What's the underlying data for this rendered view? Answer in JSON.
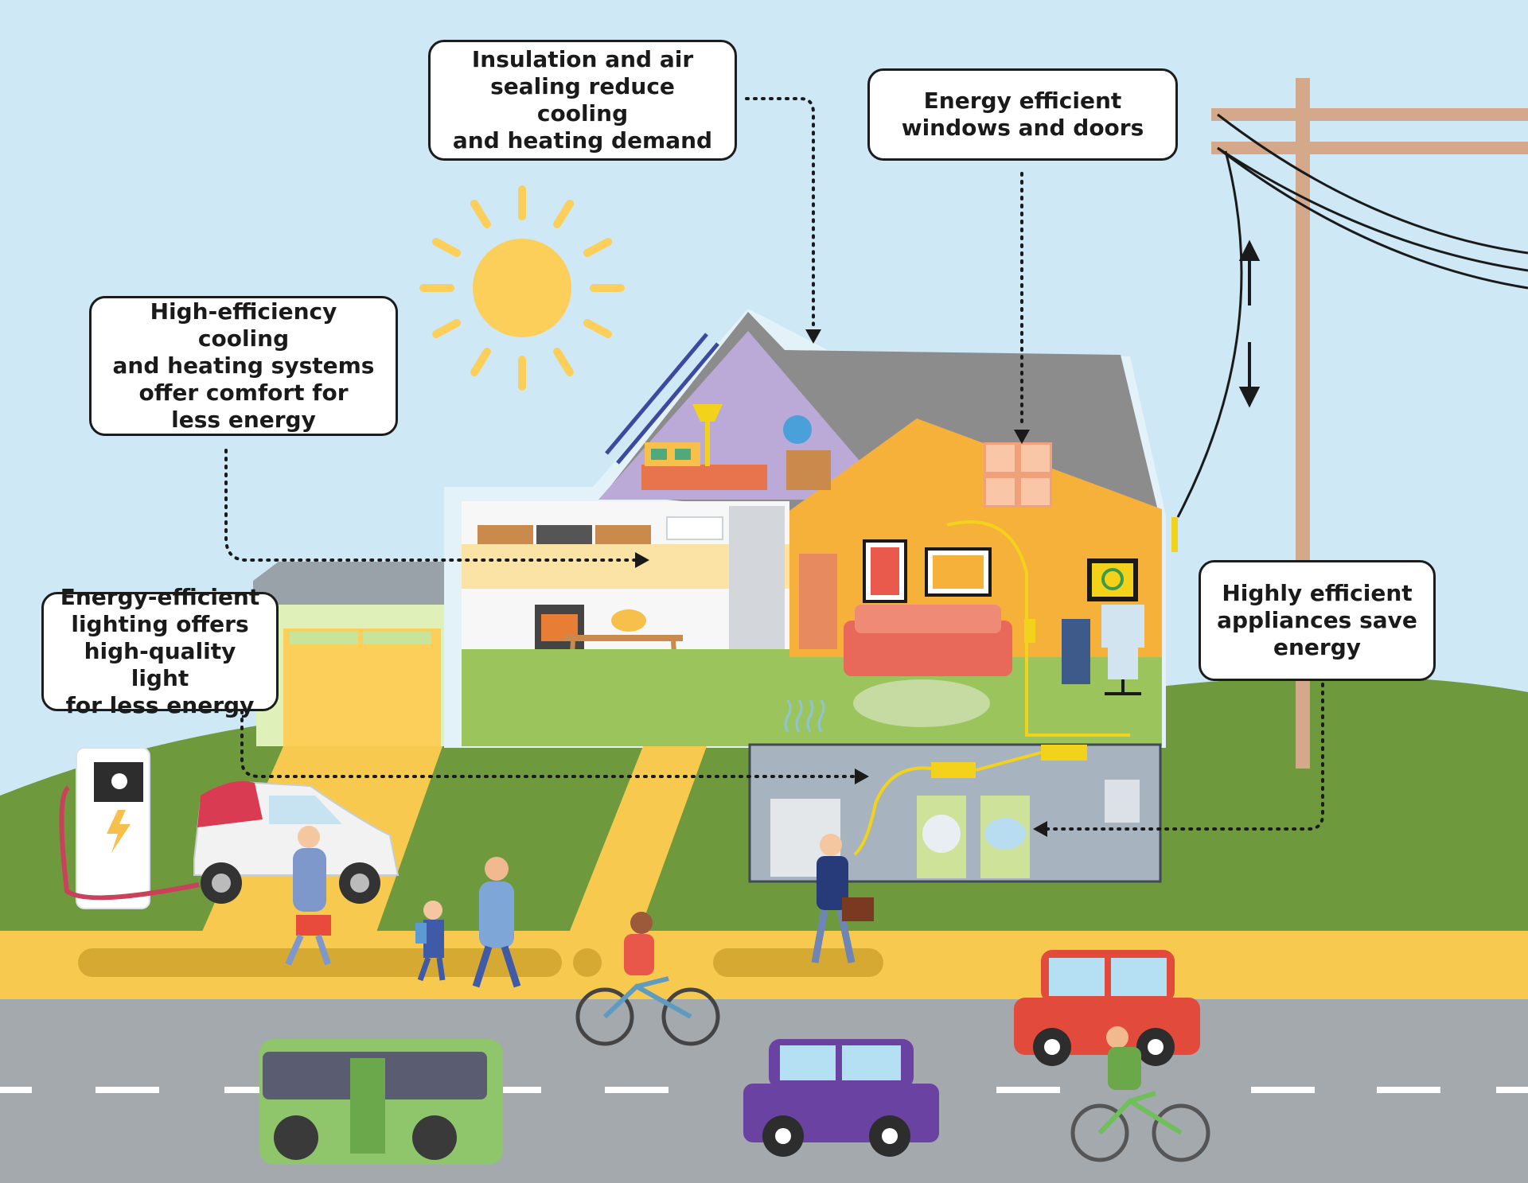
{
  "callouts": {
    "insulation": "Insulation and air\nsealing reduce cooling\nand heating demand",
    "windows": "Energy efficient\nwindows and doors",
    "hvac": "High-efficiency cooling\nand heating systems\noffer comfort for\nless energy",
    "lighting": "Energy-efficient\nlighting offers\nhigh-quality light\nfor less energy",
    "appliances": "Highly efficient\nappliances save\nenergy"
  },
  "colors": {
    "sky": "#cfe8f6",
    "hill": "#6e9a3d",
    "sun": "#fbcf5a",
    "attic": "#bba9d8",
    "house_wall": "#f6b13a",
    "roof": "#8c8c8c",
    "lawn": "#9cc45c",
    "sidewalk": "#f7c94f",
    "road": "#a4a9ae",
    "pole": "#d4a98b"
  },
  "icons": {
    "charger": "ev-charger-plug-icon",
    "bolt": "lightning-bolt-icon",
    "recycle": "recycle-icon",
    "grid_arrows": "bidirectional-arrows-icon"
  }
}
